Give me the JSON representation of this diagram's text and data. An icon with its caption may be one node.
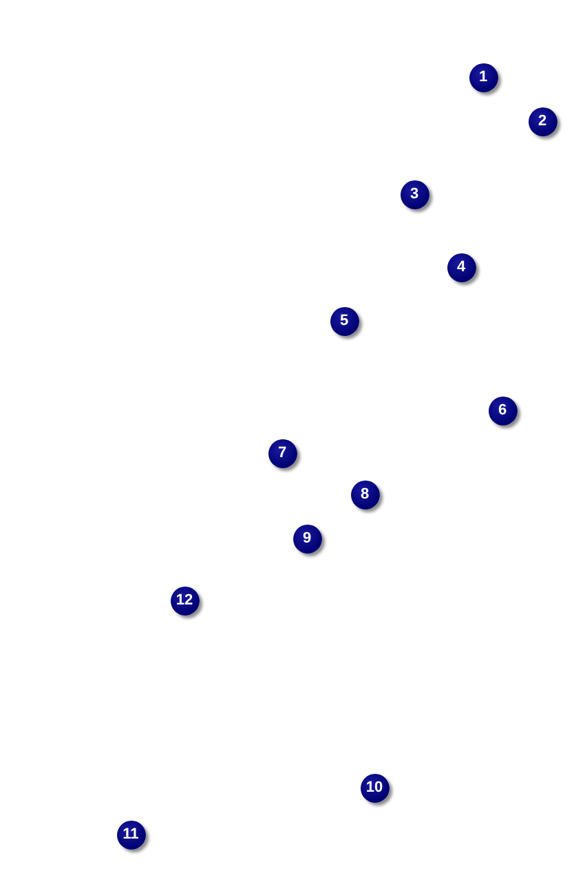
{
  "diagram": {
    "labels": [
      "1",
      "2",
      "3",
      "4",
      "5",
      "6",
      "7",
      "8",
      "9",
      "12",
      "10",
      "11"
    ]
  }
}
